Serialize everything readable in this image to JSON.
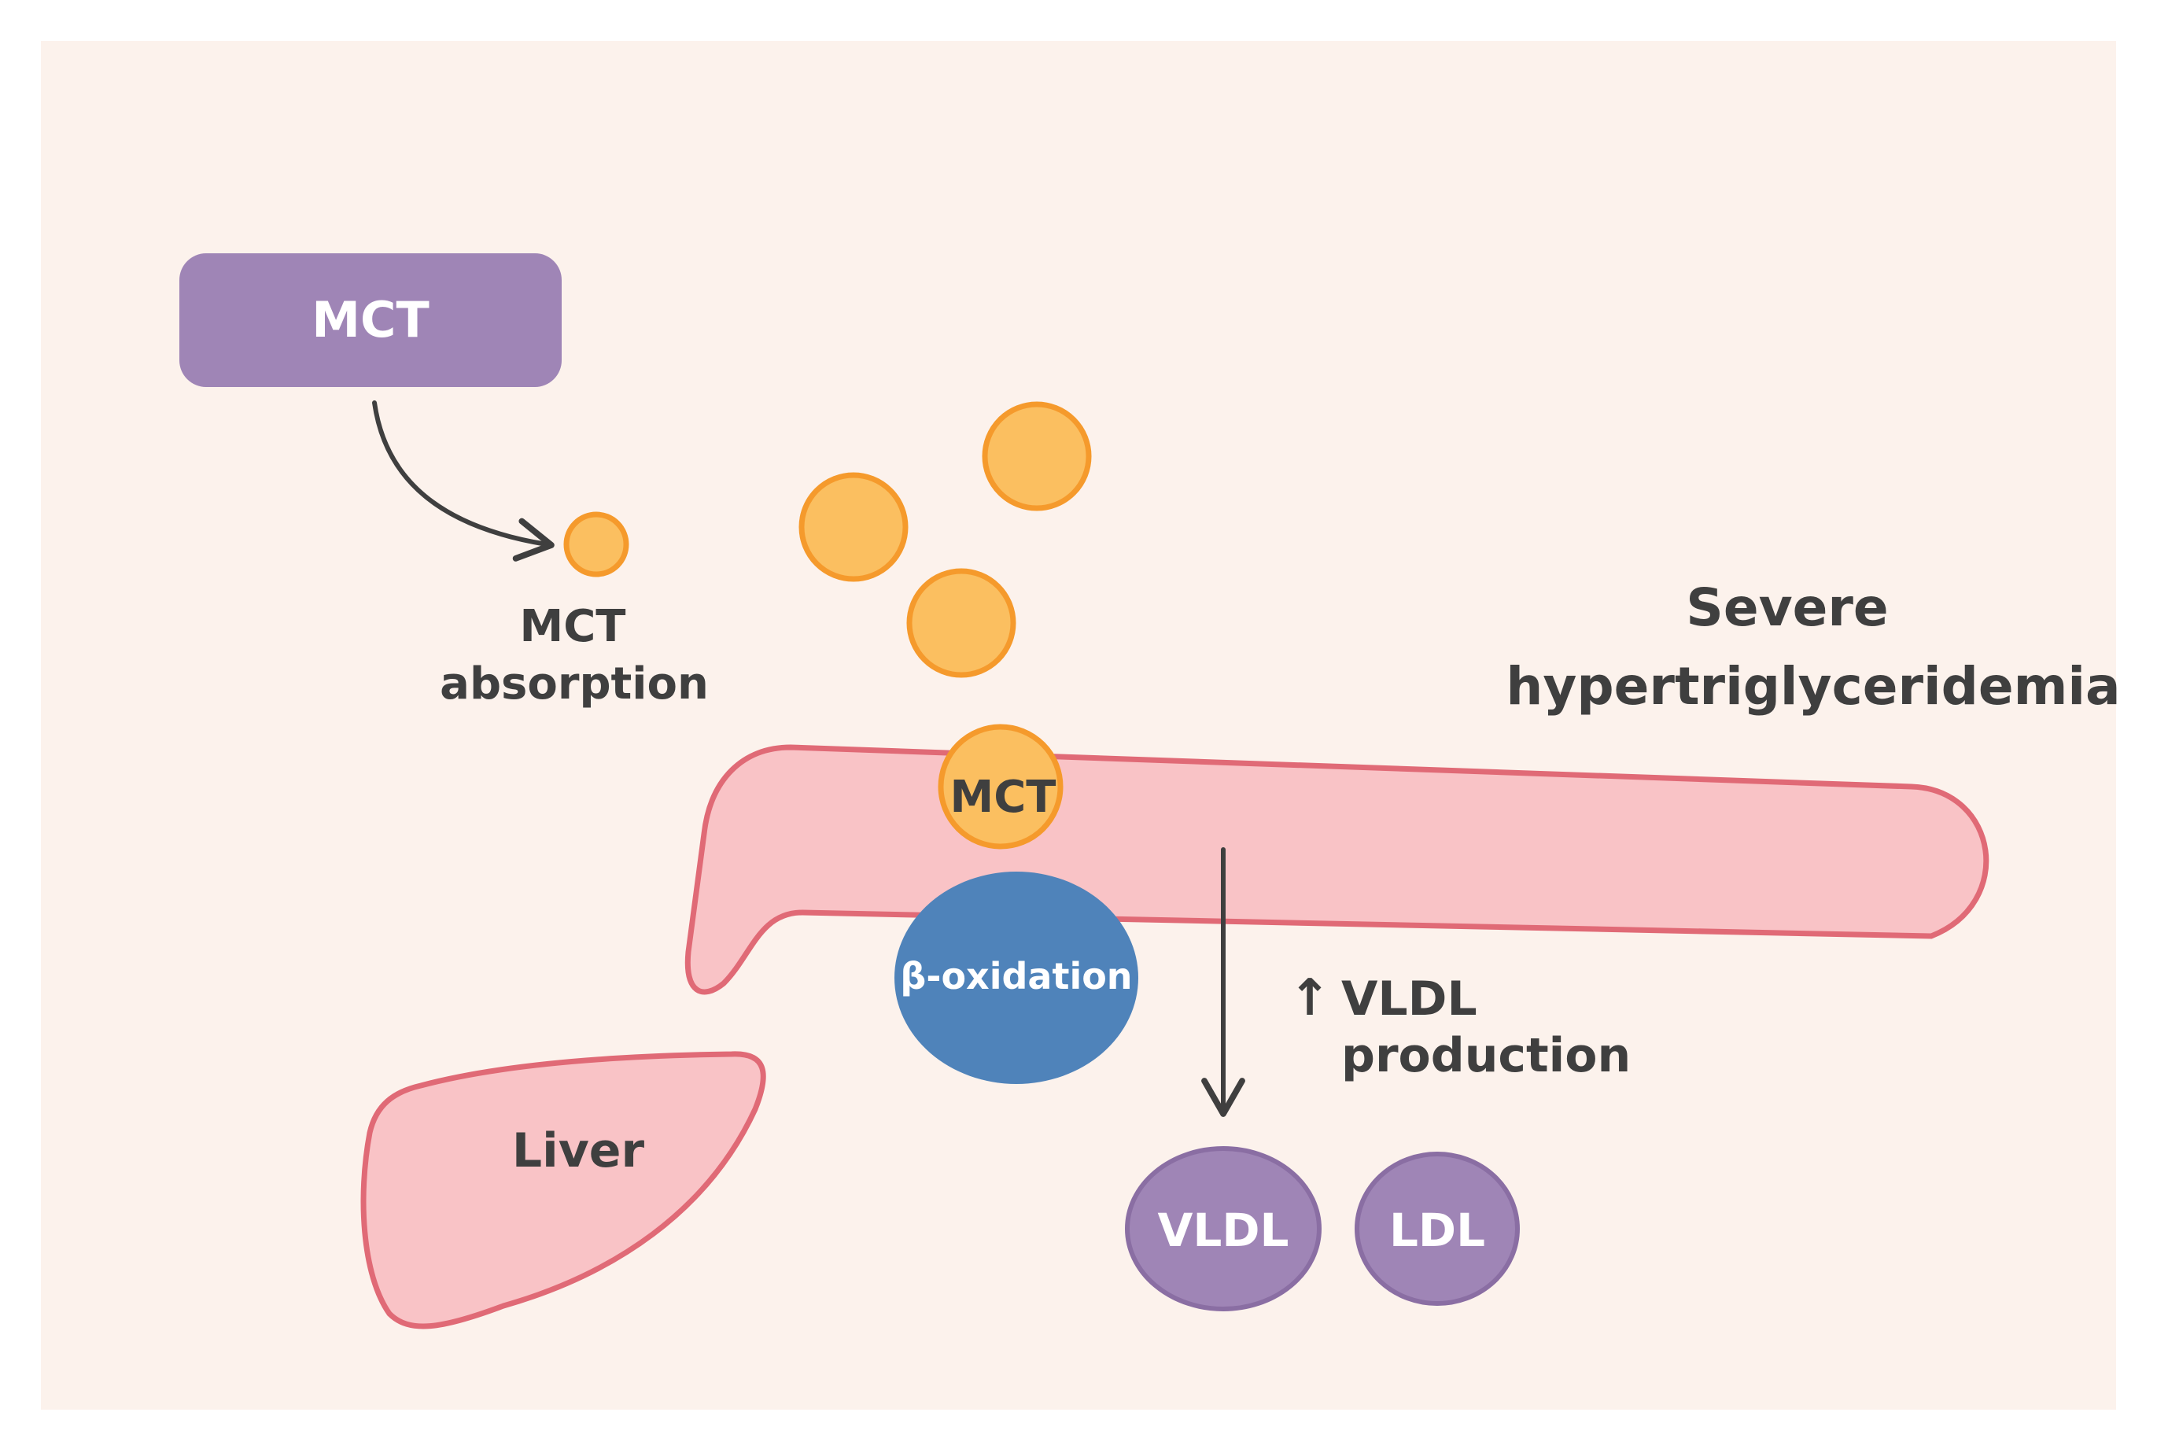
{
  "labels": {
    "mct_box": "MCT",
    "mct_absorption_line1": "MCT",
    "mct_absorption_line2": "absorption",
    "condition_line1": "Severe",
    "condition_line2": "hypertriglyceridemia",
    "mct_in_intestine": "MCT",
    "beta_oxidation": "β-oxidation",
    "vldl_production_arrow": "↑",
    "vldl_production_line1": "VLDL",
    "vldl_production_line2": "production",
    "liver": "Liver",
    "vldl": "VLDL",
    "ldl": "LDL"
  },
  "colors": {
    "background": "#fcf2ec",
    "mct_purple": "#9f85b6",
    "mct_purple_border": "#8a6ea3",
    "droplet_fill": "#fbbf60",
    "droplet_stroke": "#f59a2c",
    "organ_fill": "#f9c3c6",
    "organ_stroke": "#e06a76",
    "oxidation_blue": "#4f83ba",
    "text_dark": "#3f3f3f",
    "text_white": "#ffffff"
  },
  "icons": {
    "curved_arrow": "curved-arrow-icon",
    "down_arrow": "arrow-down-icon"
  }
}
